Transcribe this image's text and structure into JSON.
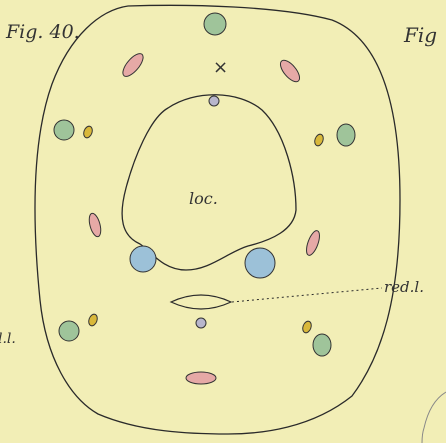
{
  "figure": {
    "label": "Fig. 40.",
    "partial_label_right": "Fig",
    "partial_label_left": "l.l."
  },
  "labels": {
    "locule": "loc.",
    "reduced_locule": "red.l.",
    "cross_mark": "×"
  },
  "colors": {
    "background": "#f2eeb6",
    "outline": "#2a2a2a",
    "pink": "#e6a9a6",
    "green": "#9fc49a",
    "yellow": "#d9b83a",
    "blue": "#9cc1d8",
    "lilac": "#b8b6cc"
  }
}
